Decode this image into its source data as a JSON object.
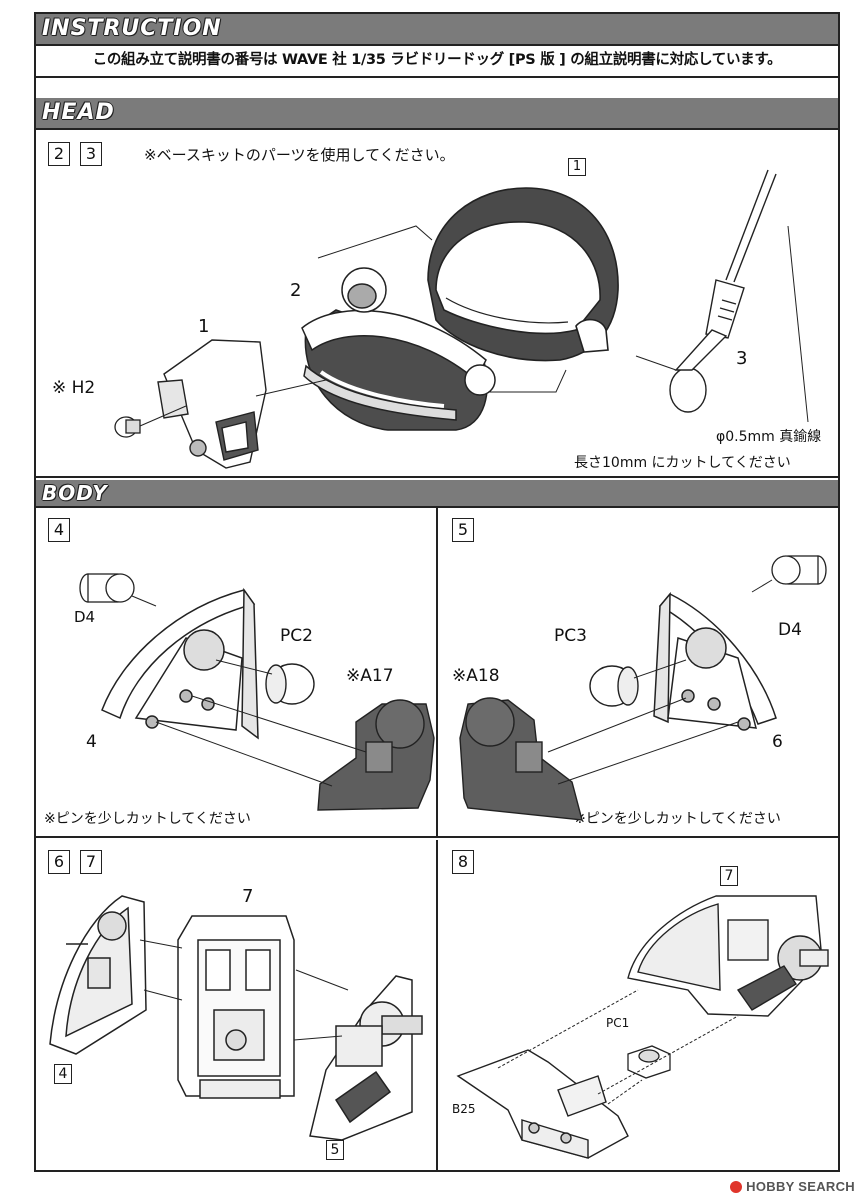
{
  "instruction_header": "INSTRUCTION",
  "instruction_note": "この組み立て説明書の番号は WAVE 社 1/35 ラビドリードッグ [PS 版 ] の組立説明書に対応しています。",
  "head": {
    "title": "HEAD",
    "steps": [
      "2",
      "3"
    ],
    "note": "※ベースキットのパーツを使用してください。",
    "ref_box": "1",
    "labels": {
      "part1": "1",
      "part2": "2",
      "part3": "3",
      "h2": "※ H2"
    },
    "wire_spec": "φ0.5mm 真鍮線",
    "wire_cut": "長さ10mm にカットしてください"
  },
  "body": {
    "title": "BODY",
    "panel4": {
      "step": "4",
      "d4": "D4",
      "pc2": "PC2",
      "a17": "※A17",
      "part4": "4",
      "note": "※ピンを少しカットしてください"
    },
    "panel5": {
      "step": "5",
      "d4": "D4",
      "pc3": "PC3",
      "a18": "※A18",
      "part6": "6",
      "note": "※ピンを少しカットしてください"
    },
    "panel67": {
      "steps": [
        "6",
        "7"
      ],
      "part7": "7",
      "ref4": "4",
      "ref5": "5"
    },
    "panel8": {
      "step": "8",
      "ref7": "7",
      "pc1": "PC1",
      "b25": "B25"
    }
  },
  "watermark": "HOBBY SEARCH",
  "colors": {
    "band": "#7b7b7b",
    "part_dark": "#5a5a5a",
    "part_light": "#d9d9d9"
  }
}
